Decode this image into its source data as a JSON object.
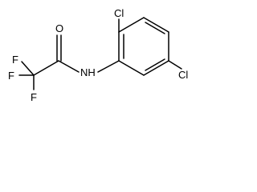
{
  "molecule": {
    "labels": {
      "oxygen": "O",
      "nitrogen_h": "NH",
      "chlorine_ortho": "Cl",
      "chlorine_meta": "Cl",
      "fluorine_left": "F",
      "fluorine_top": "F",
      "fluorine_bottom": "F"
    }
  }
}
